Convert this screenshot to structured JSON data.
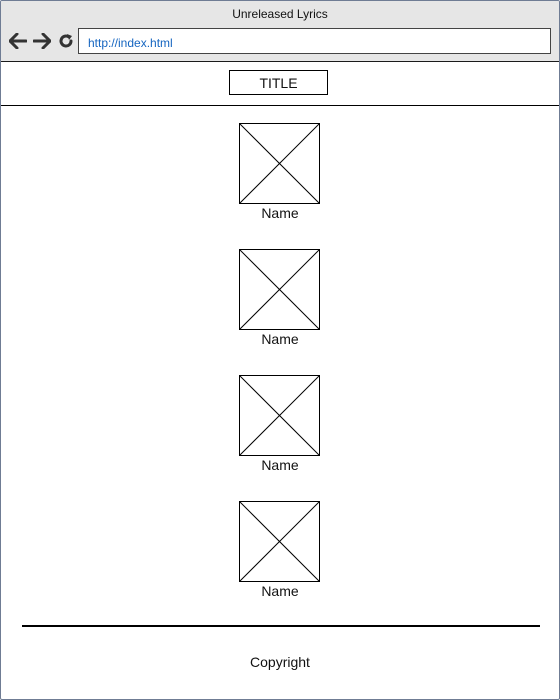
{
  "window": {
    "title": "Unreleased Lyrics"
  },
  "nav": {
    "back_icon": "back-arrow-icon",
    "forward_icon": "forward-arrow-icon",
    "reload_icon": "reload-icon"
  },
  "address_bar": {
    "url": "http://index.html"
  },
  "header": {
    "title": "TITLE"
  },
  "items": [
    {
      "name": "Name",
      "image": "image-placeholder"
    },
    {
      "name": "Name",
      "image": "image-placeholder"
    },
    {
      "name": "Name",
      "image": "image-placeholder"
    },
    {
      "name": "Name",
      "image": "image-placeholder"
    }
  ],
  "footer": {
    "copyright": "Copyright"
  },
  "colors": {
    "titlebar_bg": "#e6e6e6",
    "url_text": "#1565c0",
    "border": "#000000"
  }
}
